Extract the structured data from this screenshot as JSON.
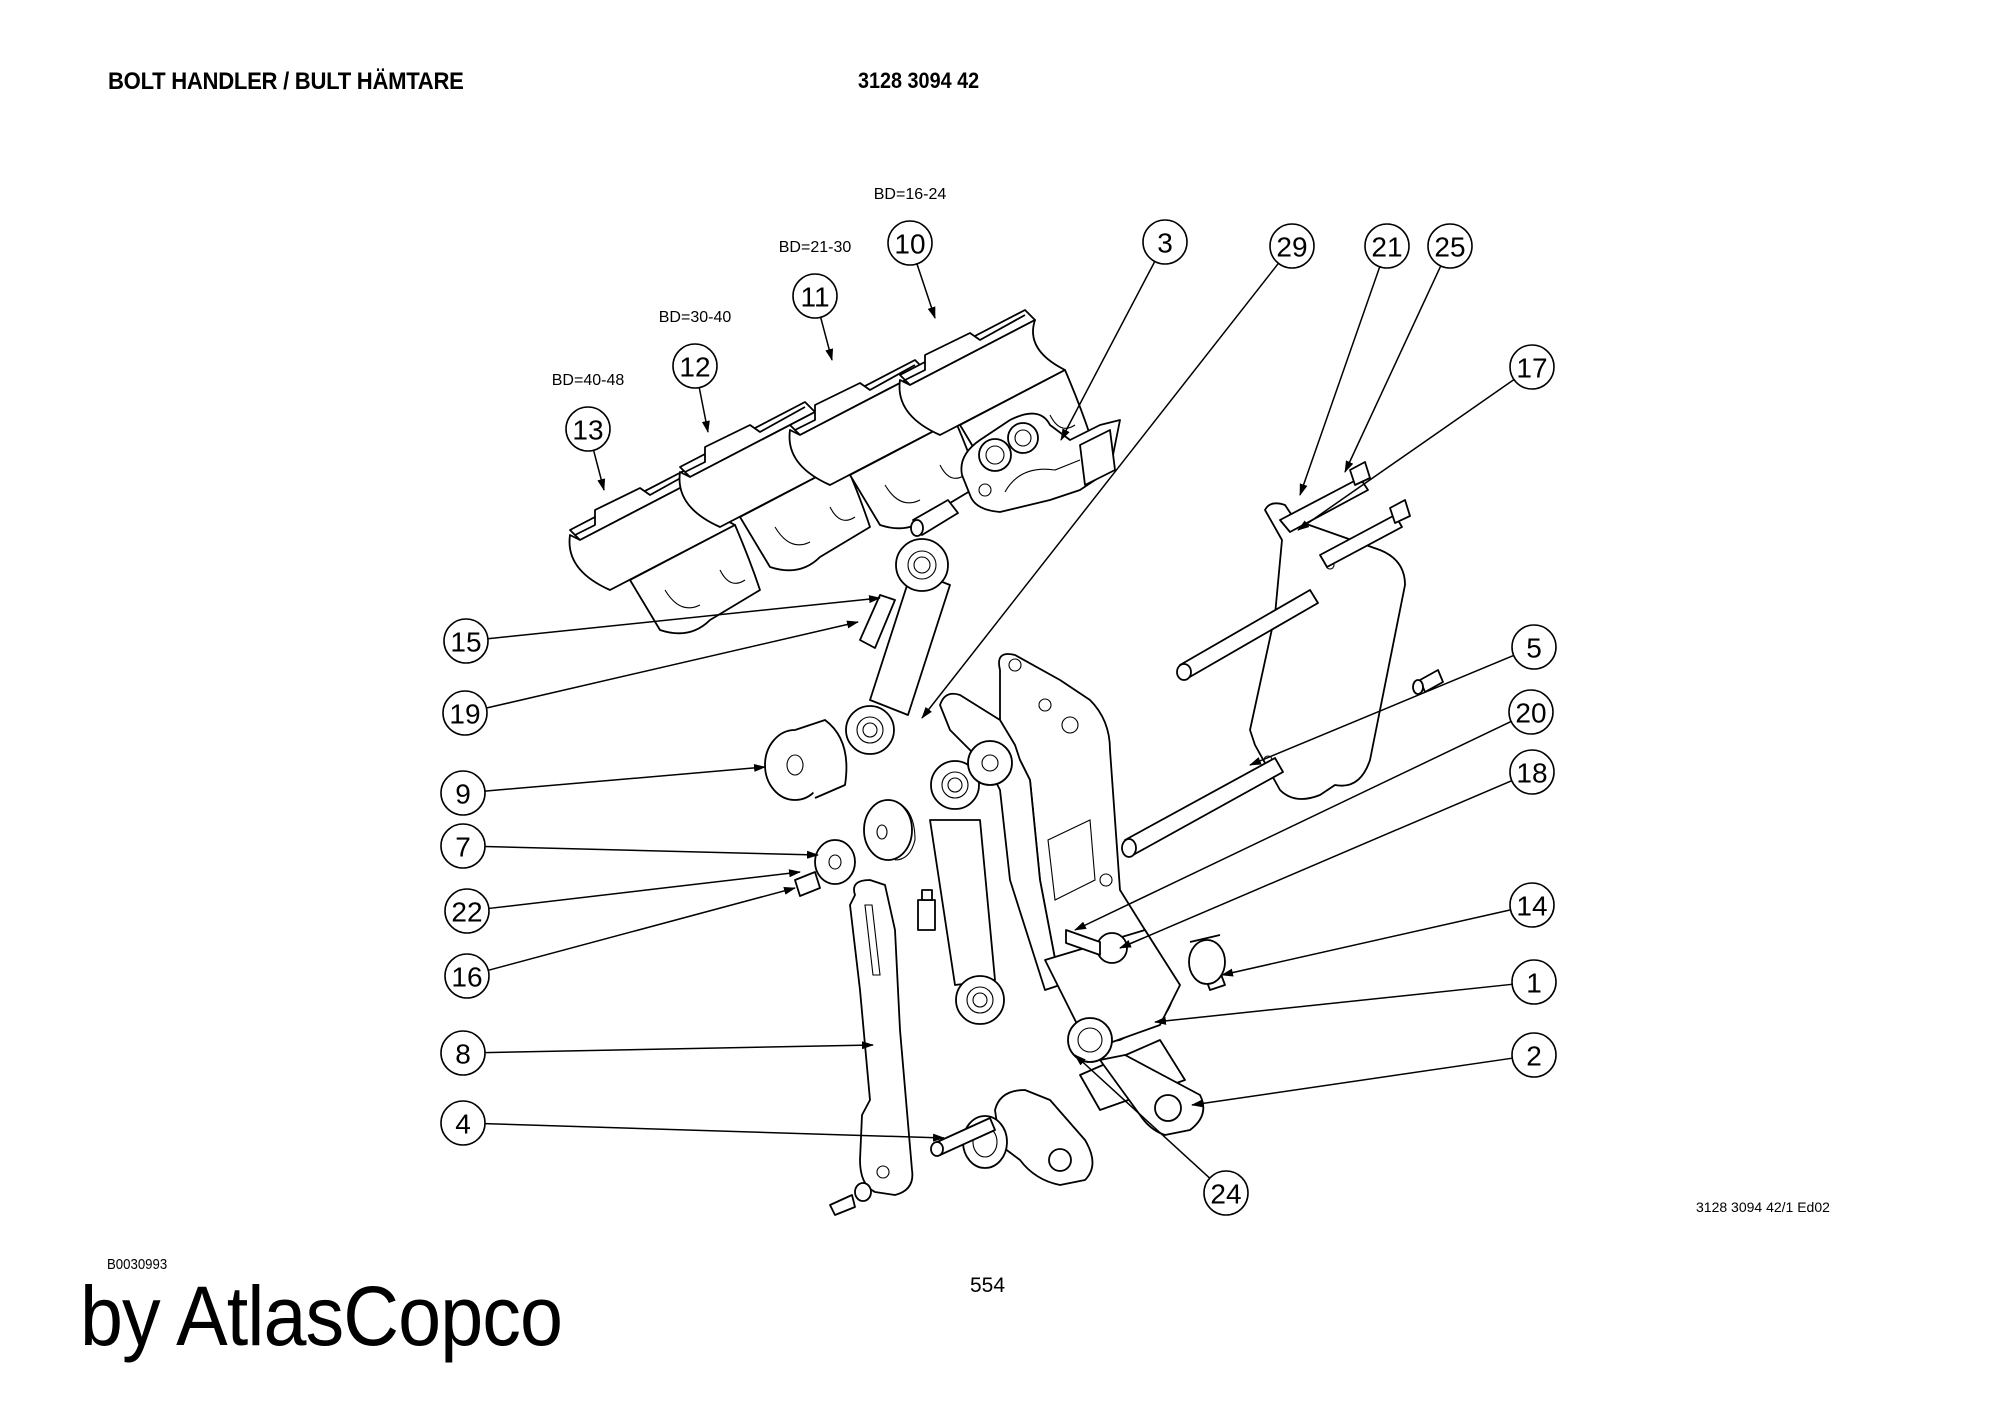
{
  "header": {
    "title": "BOLT HANDLER / BULT HÄMTARE",
    "part_number": "3128 3094 42"
  },
  "footer": {
    "drawing_code": "3128 3094 42/1 Ed02",
    "image_code": "B0030993",
    "page_number": "554",
    "brand": "by AtlasCopco"
  },
  "size_labels": [
    {
      "item": "13",
      "label": "BD=40-48"
    },
    {
      "item": "12",
      "label": "BD=30-40"
    },
    {
      "item": "11",
      "label": "BD=21-30"
    },
    {
      "item": "10",
      "label": "BD=16-24"
    }
  ],
  "callouts": [
    {
      "item": "10"
    },
    {
      "item": "11"
    },
    {
      "item": "12"
    },
    {
      "item": "13"
    },
    {
      "item": "3"
    },
    {
      "item": "29"
    },
    {
      "item": "21"
    },
    {
      "item": "25"
    },
    {
      "item": "17"
    },
    {
      "item": "15"
    },
    {
      "item": "19"
    },
    {
      "item": "9"
    },
    {
      "item": "7"
    },
    {
      "item": "22"
    },
    {
      "item": "16"
    },
    {
      "item": "8"
    },
    {
      "item": "4"
    },
    {
      "item": "5"
    },
    {
      "item": "20"
    },
    {
      "item": "18"
    },
    {
      "item": "14"
    },
    {
      "item": "1"
    },
    {
      "item": "2"
    },
    {
      "item": "24"
    }
  ]
}
